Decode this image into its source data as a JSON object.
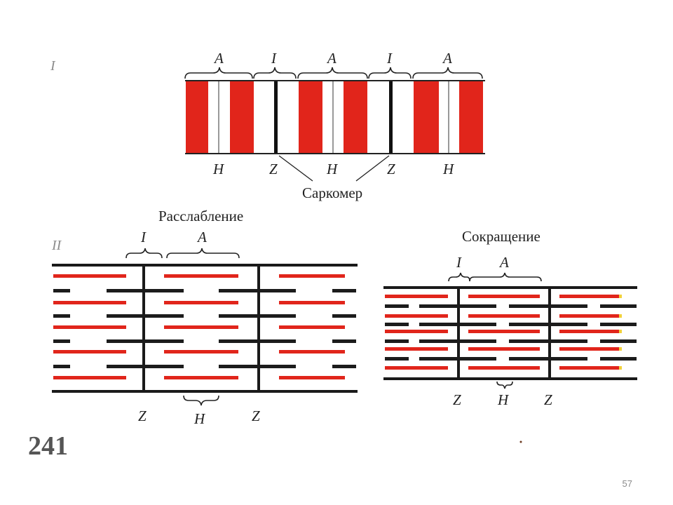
{
  "diagram": {
    "panel1": {
      "roman": "I",
      "top_labels": [
        "A",
        "I",
        "A",
        "I",
        "A"
      ],
      "bottom_labels": [
        "H",
        "Z",
        "H",
        "Z",
        "H"
      ],
      "sarcomere_label": "Саркомер"
    },
    "panel2": {
      "roman": "II",
      "relaxation": {
        "title": "Расслабление",
        "top_labels": [
          "I",
          "A"
        ],
        "bottom_labels": [
          "Z",
          "H",
          "Z"
        ]
      },
      "contraction": {
        "title": "Сокращение",
        "top_labels": [
          "I",
          "A"
        ],
        "bottom_labels": [
          "Z",
          "H",
          "Z"
        ]
      }
    },
    "book_page_number": "241",
    "colors": {
      "actin": "#1c1c1c",
      "myosin": "#e1251b",
      "line": "#1a1a1a"
    }
  },
  "slide_number": "57"
}
